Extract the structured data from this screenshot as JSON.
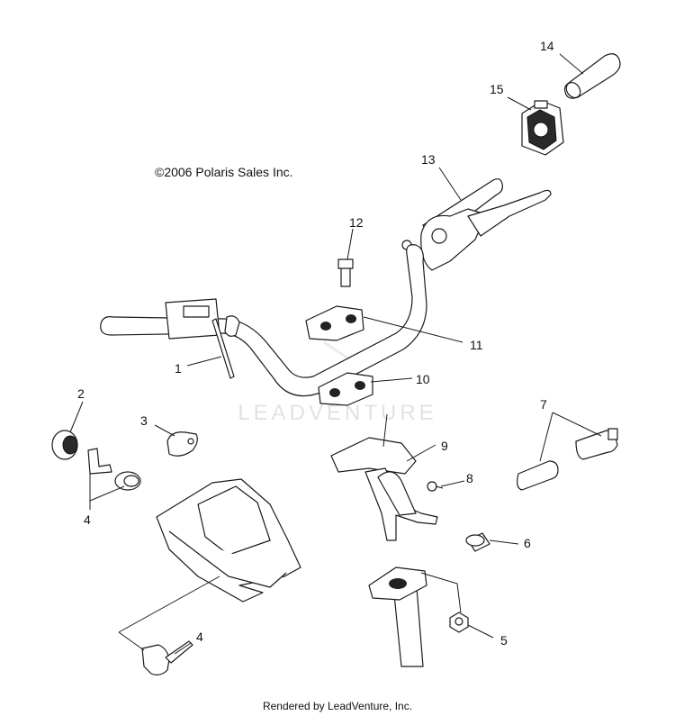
{
  "copyright": "©2006 Polaris Sales Inc.",
  "watermark": "LEADVENTURE",
  "footer": "Rendered by LeadVenture, Inc.",
  "callouts": {
    "c1": "1",
    "c2": "2",
    "c3": "3",
    "c4a": "4",
    "c4b": "4",
    "c5": "5",
    "c6": "6",
    "c7": "7",
    "c8": "8",
    "c9": "9",
    "c10": "10",
    "c11": "11",
    "c12": "12",
    "c13": "13",
    "c14": "14",
    "c15": "15"
  }
}
